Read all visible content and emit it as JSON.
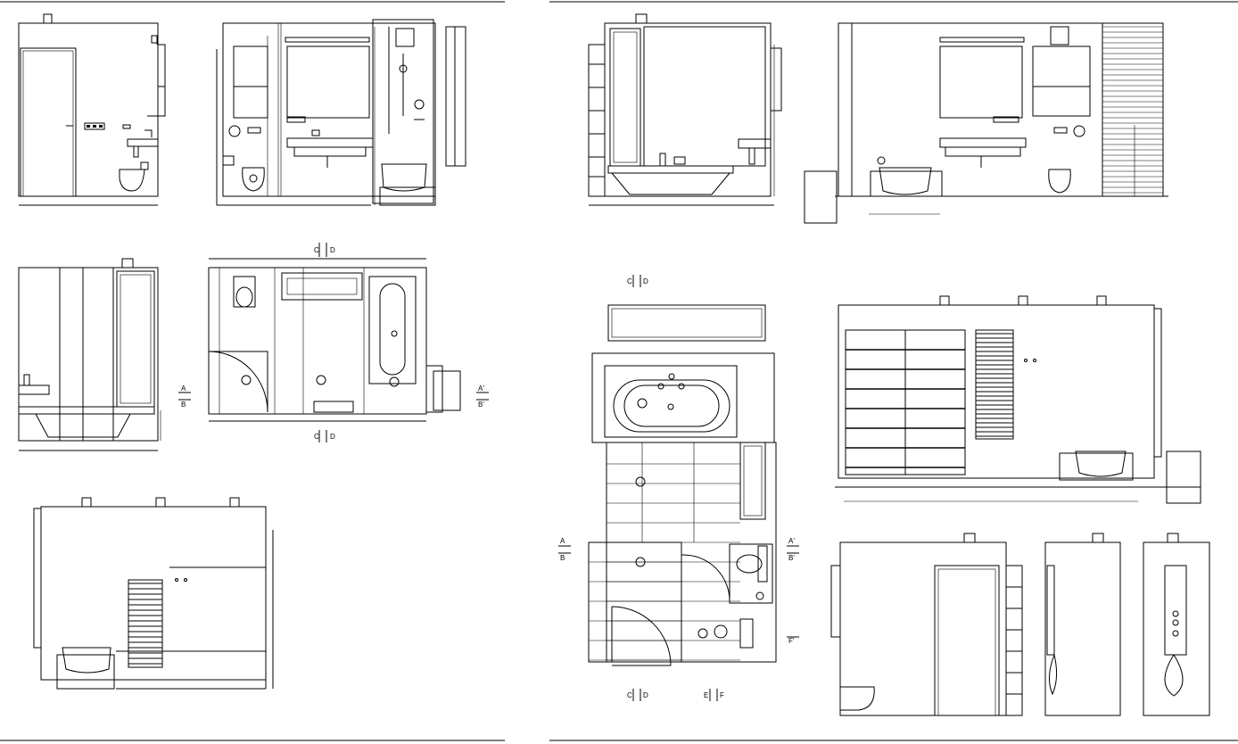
{
  "section_markers": {
    "c": "C",
    "d": "D",
    "a": "A",
    "b": "B",
    "a_prime": "A'",
    "b_prime": "B'",
    "e": "E",
    "f": "F",
    "f_prime": "F'"
  }
}
